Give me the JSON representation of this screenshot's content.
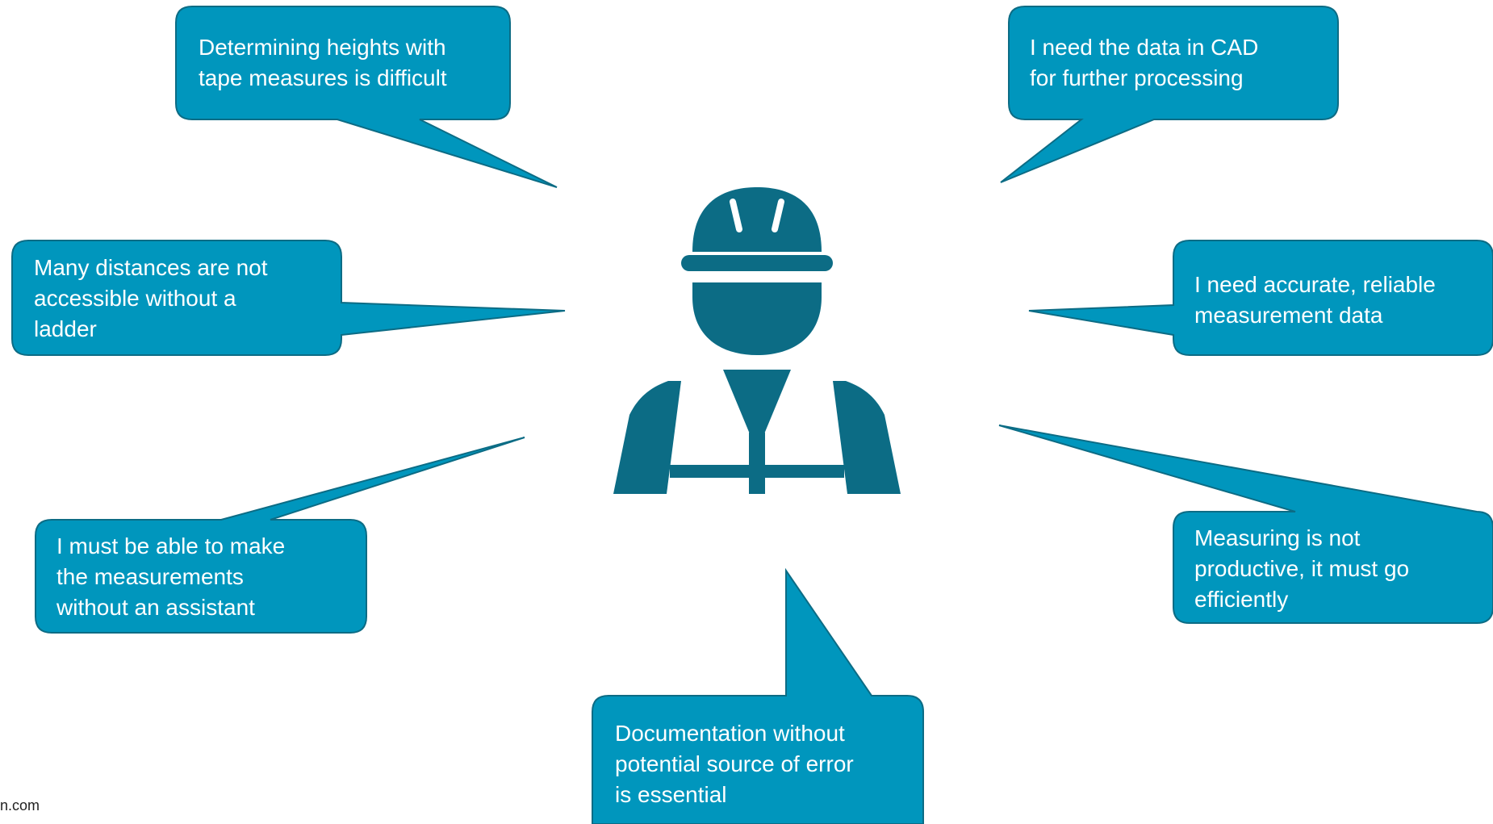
{
  "colors": {
    "bubble_fill": "#0096bd",
    "bubble_stroke": "#0c6c85",
    "worker_icon": "#0c6c85",
    "text": "#ffffff"
  },
  "icon": "construction-worker-hardhat-vest-icon",
  "bubbles": {
    "top_left": "Determining heights with\ntape measures is difficult",
    "top_right": "I need the data in CAD\nfor further  processing",
    "mid_left": "Many distances are not\naccessible without a\nladder",
    "mid_right": "I need accurate, reliable\nmeasurement  data",
    "lower_left": "I must be able to make\nthe  measurements\nwithout  an assistant",
    "lower_right": "Measuring is not\nproductive, it must go\nefficiently",
    "bottom": "Documentation  without\npotential source of error\nis essential"
  },
  "footer_text": "n.com"
}
